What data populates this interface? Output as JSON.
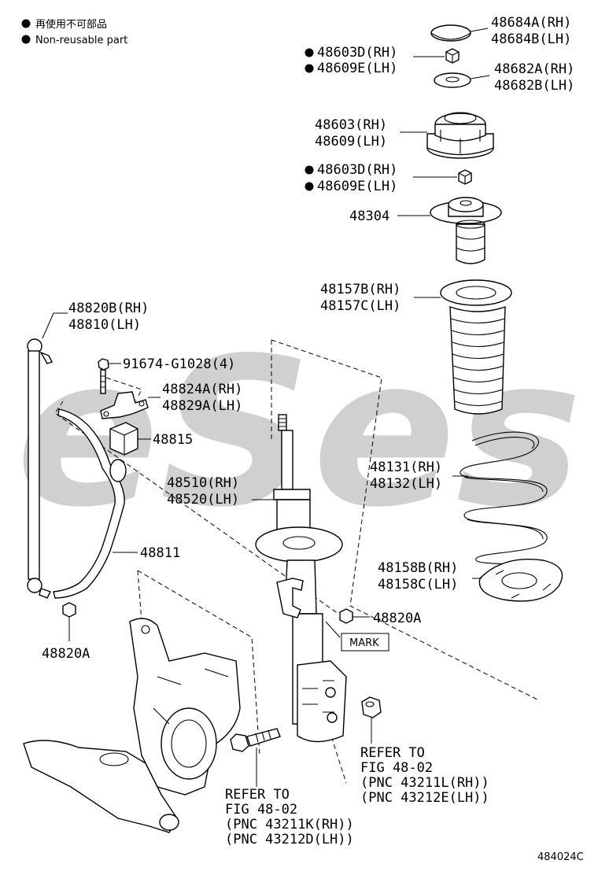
{
  "legend": {
    "jp": "再使用不可部品",
    "en": "Non-reusable part"
  },
  "watermark": "eSes",
  "labels": {
    "p48684": [
      "48684A(RH)",
      "48684B(LH)"
    ],
    "p48603d_top": [
      "48603D(RH)",
      "48609E(LH)"
    ],
    "p48682": [
      "48682A(RH)",
      "48682B(LH)"
    ],
    "p48603": [
      "48603(RH)",
      "48609(LH)"
    ],
    "p48603d_mid": [
      "48603D(RH)",
      "48609E(LH)"
    ],
    "p48304": "48304",
    "p48157": [
      "48157B(RH)",
      "48157C(LH)"
    ],
    "p48820b": [
      "48820B(RH)",
      "48810(LH)"
    ],
    "p91674": "91674-G1028(4)",
    "p48824": [
      "48824A(RH)",
      "48829A(LH)"
    ],
    "p48815": "48815",
    "p48131": [
      "48131(RH)",
      "48132(LH)"
    ],
    "p48510": [
      "48510(RH)",
      "48520(LH)"
    ],
    "p48811": "48811",
    "p48158": [
      "48158B(RH)",
      "48158C(LH)"
    ],
    "p48820a_right": "48820A",
    "mark": "MARK",
    "p48820a_left": "48820A",
    "refer_right": [
      "REFER TO",
      "FIG 48-02",
      "(PNC 43211L(RH))",
      "(PNC 43212E(LH))"
    ],
    "refer_left": [
      "REFER TO",
      "FIG 48-02",
      "(PNC 43211K(RH))",
      "(PNC 43212D(LH))"
    ],
    "fig_code": "484024C"
  }
}
